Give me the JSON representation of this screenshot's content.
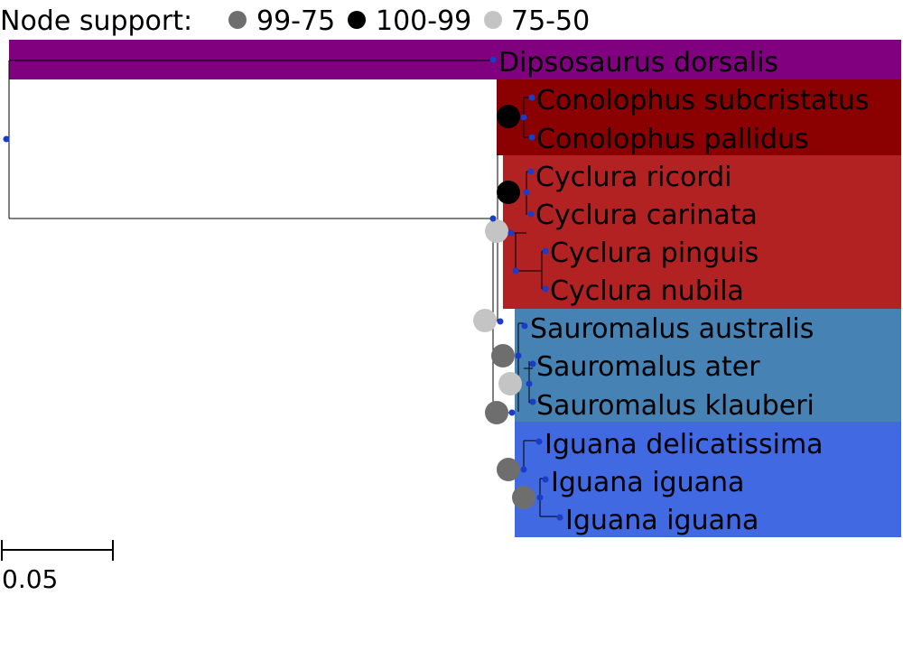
{
  "legend": {
    "title": "Node support:",
    "entries": [
      {
        "label": "99-75",
        "color": "#6e6e6e"
      },
      {
        "label": "100-99",
        "color": "#000000"
      },
      {
        "label": "75-50",
        "color": "#c4c4c4"
      }
    ]
  },
  "clades": [
    {
      "name": "Dipsosaurus",
      "color": "#800080"
    },
    {
      "name": "Conolophus",
      "color": "#8b0000"
    },
    {
      "name": "Cyclura",
      "color": "#b22222"
    },
    {
      "name": "Sauromalus",
      "color": "#4682b4"
    },
    {
      "name": "Iguana",
      "color": "#4169e1"
    }
  ],
  "tips": [
    {
      "label": "Dipsosaurus dorsalis"
    },
    {
      "label": "Conolophus subcristatus"
    },
    {
      "label": "Conolophus pallidus"
    },
    {
      "label": "Cyclura ricordi"
    },
    {
      "label": "Cyclura carinata"
    },
    {
      "label": "Cyclura pinguis"
    },
    {
      "label": "Cyclura nubila"
    },
    {
      "label": "Sauromalus australis"
    },
    {
      "label": "Sauromalus ater"
    },
    {
      "label": "Sauromalus klauberi"
    },
    {
      "label": "Iguana delicatissima"
    },
    {
      "label": "Iguana iguana"
    },
    {
      "label": "Iguana iguana"
    }
  ],
  "supports": [
    {
      "node": "conolophus",
      "level": "100-99"
    },
    {
      "node": "cyclura",
      "level": "100-99"
    },
    {
      "node": "conolophus-cyclura",
      "level": "75-50"
    },
    {
      "node": "ingroup-a",
      "level": "75-50"
    },
    {
      "node": "sauromalus",
      "level": "99-75"
    },
    {
      "node": "sauromalus-inner",
      "level": "75-50"
    },
    {
      "node": "ingroup-b",
      "level": "99-75"
    },
    {
      "node": "iguana",
      "level": "99-75"
    },
    {
      "node": "iguana-inner",
      "level": "99-75"
    }
  ],
  "scale_bar": {
    "label": "0.05",
    "length": 0.05
  },
  "colors": {
    "node_dot": "#1a3cc8",
    "branch": "#000000"
  }
}
